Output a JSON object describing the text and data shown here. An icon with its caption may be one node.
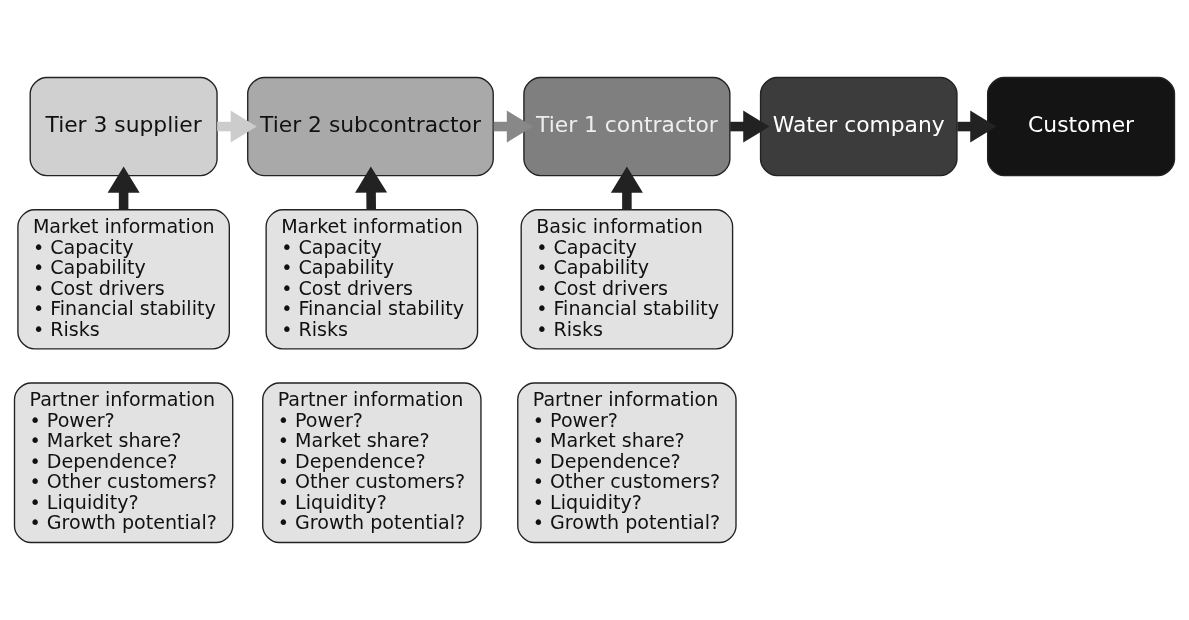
{
  "diagram": {
    "nodes": [
      {
        "text": [
          "Tier 3 supplier"
        ]
      },
      {
        "text": [
          "Tier 2 subcontractor"
        ]
      },
      {
        "text": [
          "Tier 1 contractor"
        ]
      },
      {
        "text": [
          "Water company"
        ]
      },
      {
        "text": [
          "Customer"
        ]
      },
      {
        "text": [
          "Market information",
          "• Capacity",
          "• Capability",
          "• Cost drivers",
          "• Financial stability",
          "• Risks"
        ]
      },
      {
        "text": [
          "Partner information",
          "• Power?",
          "• Market share?",
          "• Dependence?",
          "• Other customers?",
          "• Liquidity?",
          "• Growth potential?"
        ]
      },
      {
        "text": [
          "Market information",
          "• Capacity",
          "• Capability",
          "• Cost drivers",
          "• Financial stability",
          "• Risks"
        ]
      },
      {
        "text": [
          "Partner information",
          "• Power?",
          "• Market share?",
          "• Dependence?",
          "• Other customers?",
          "• Liquidity?",
          "• Growth potential?"
        ]
      },
      {
        "text": [
          "Basic information",
          "• Capacity",
          "• Capability",
          "• Cost drivers",
          "• Financial stability",
          "• Risks"
        ]
      },
      {
        "text": [
          "Partner information",
          "• Power?",
          "• Market share?",
          "• Dependence?",
          "• Other customers?",
          "• Liquidity?",
          "• Growth potential?"
        ]
      }
    ],
    "edges": [
      {
        "from": 0,
        "to": 1,
        "arrow": "to",
        "color": "#cccccc"
      },
      {
        "from": 1,
        "to": 2,
        "arrow": "to",
        "color": "#888888"
      },
      {
        "from": 2,
        "to": 3,
        "arrow": "to"
      },
      {
        "from": 3,
        "to": 4,
        "arrow": "to"
      },
      {
        "from": 5,
        "to": 0,
        "arrow": "to"
      },
      {
        "from": 7,
        "to": 1,
        "arrow": "to"
      },
      {
        "from": 9,
        "to": 2,
        "arrow": "to"
      }
    ]
  }
}
